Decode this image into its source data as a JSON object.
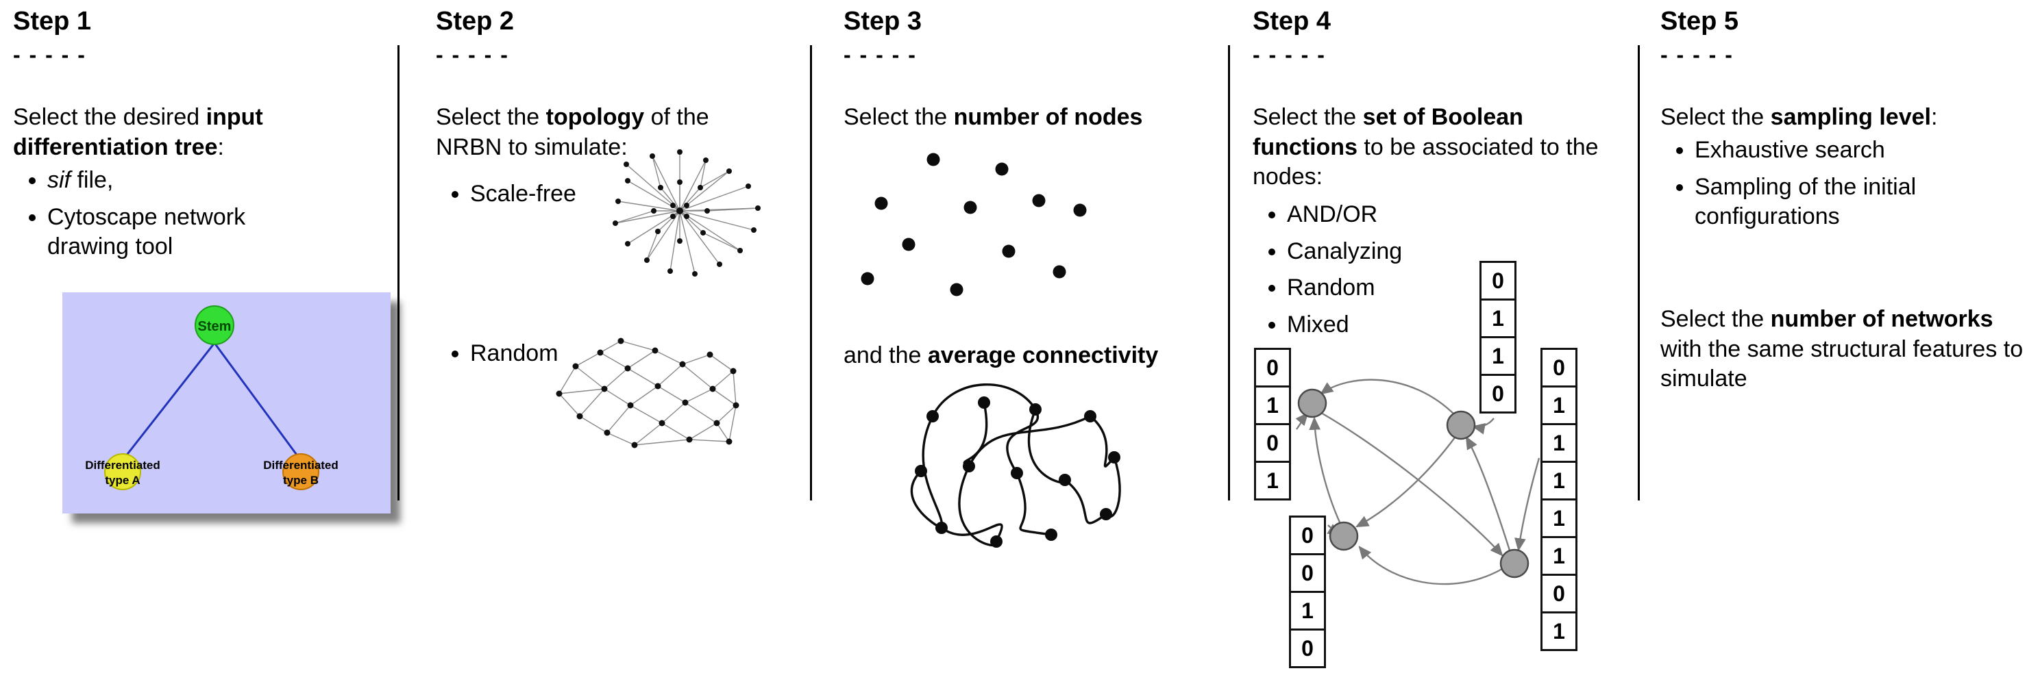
{
  "step1": {
    "title": "Step 1",
    "dashes": "- - - - -",
    "intro_pre": "Select the desired ",
    "intro_bold": "input differentiation tree",
    "intro_post": ":",
    "bullet1_italic": "sif",
    "bullet1_rest": " file,",
    "bullet2": "Cytoscape network drawing tool",
    "tree": {
      "stem_label": "Stem",
      "type_a_line1": "Differentiated",
      "type_a_line2": "type A",
      "type_b_line1": "Differentiated",
      "type_b_line2": "type B",
      "background_color": "#c9c9fb",
      "stem_color": "#33dd33",
      "type_a_color": "#e9e931",
      "type_b_color": "#ee9922",
      "edge_color": "#2233bb"
    }
  },
  "step2": {
    "title": "Step 2",
    "dashes": "- - - - -",
    "intro_pre": "Select the ",
    "intro_bold": "topology",
    "intro_post": " of the NRBN to simulate:",
    "bullet1": "Scale-free",
    "bullet2": "Random"
  },
  "step3": {
    "title": "Step 3",
    "dashes": "- - - - -",
    "line1_pre": "Select the ",
    "line1_bold": "number of nodes",
    "line2_pre": "and the ",
    "line2_bold": "average connectivity"
  },
  "step4": {
    "title": "Step 4",
    "dashes": "- - - - -",
    "intro_pre": "Select the ",
    "intro_bold": "set of Boolean functions",
    "intro_post": " to be associated to the nodes:",
    "bullets": [
      "AND/OR",
      "Canalyzing",
      "Random",
      "Mixed"
    ],
    "tables": {
      "left": [
        "0",
        "1",
        "0",
        "1"
      ],
      "top": [
        "0",
        "1",
        "1",
        "0"
      ],
      "bottom": [
        "0",
        "0",
        "1",
        "0"
      ],
      "right": [
        "0",
        "1",
        "1",
        "1",
        "1",
        "1",
        "0",
        "1"
      ]
    }
  },
  "step5": {
    "title": "Step 5",
    "dashes": "- - - - -",
    "intro_pre": "Select the ",
    "intro_bold": "sampling level",
    "intro_post": ":",
    "bullets": [
      "Exhaustive search",
      "Sampling of the initial configurations"
    ],
    "para2_pre": "Select the ",
    "para2_bold": "number of networks",
    "para2_post": " with the same structural features to simulate"
  }
}
